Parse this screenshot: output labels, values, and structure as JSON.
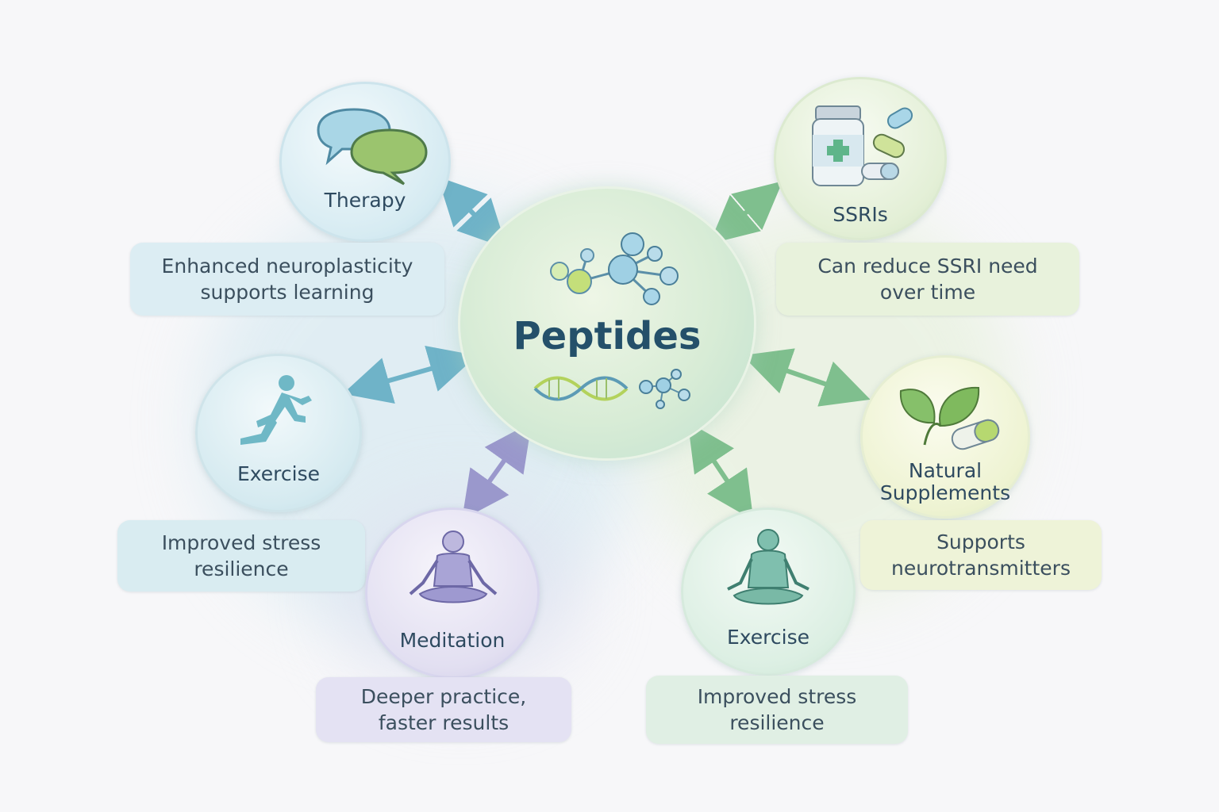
{
  "center": {
    "title": "Peptides"
  },
  "nodes": {
    "therapy": {
      "label": "Therapy",
      "description": [
        "Enhanced neuroplasticity",
        "supports learning"
      ]
    },
    "ssris": {
      "label": "SSRIs",
      "description": [
        "Can reduce SSRI need",
        "over time"
      ]
    },
    "exercise_left": {
      "label": "Exercise",
      "description": [
        "Improved stress",
        "resilience"
      ]
    },
    "natural_supplements": {
      "label": [
        "Natural",
        "Supplements"
      ],
      "description": [
        "Supports",
        "neurotransmitters"
      ]
    },
    "meditation": {
      "label": "Meditation",
      "description": [
        "Deeper practice,",
        "faster results"
      ]
    },
    "exercise_right": {
      "label": "Exercise",
      "description": [
        "Improved stress",
        "resilience"
      ]
    }
  },
  "colors": {
    "blue_accent": "#6fb3c8",
    "green_accent": "#7fbf8e",
    "purple_accent": "#9a98cc",
    "title_text": "#24506a"
  },
  "icons": {
    "center": [
      "molecule-icon",
      "dna-helix-icon",
      "small-molecule-icon"
    ],
    "therapy": "speech-bubbles-icon",
    "ssris": "pill-bottle-icon",
    "exercise_left": "running-person-icon",
    "natural_supplements": "leaf-capsule-icon",
    "meditation": "meditating-person-icon",
    "exercise_right": "seated-person-icon"
  }
}
